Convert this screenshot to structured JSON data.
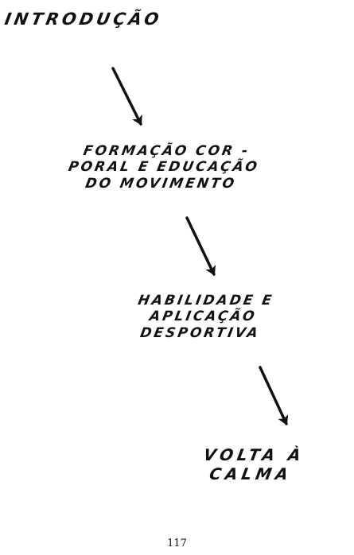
{
  "steps": [
    {
      "lines": [
        "INTRODUÇÃO"
      ]
    },
    {
      "lines": [
        "FORMAÇÃO COR -",
        "PORAL E EDUCAÇÃO",
        "DO MOVIMENTO"
      ]
    },
    {
      "lines": [
        "HABILIDADE E",
        "APLICAÇÃO",
        "DESPORTIVA"
      ]
    },
    {
      "lines": [
        "VOLTA À",
        "CALMA"
      ]
    }
  ],
  "page_number": "117"
}
